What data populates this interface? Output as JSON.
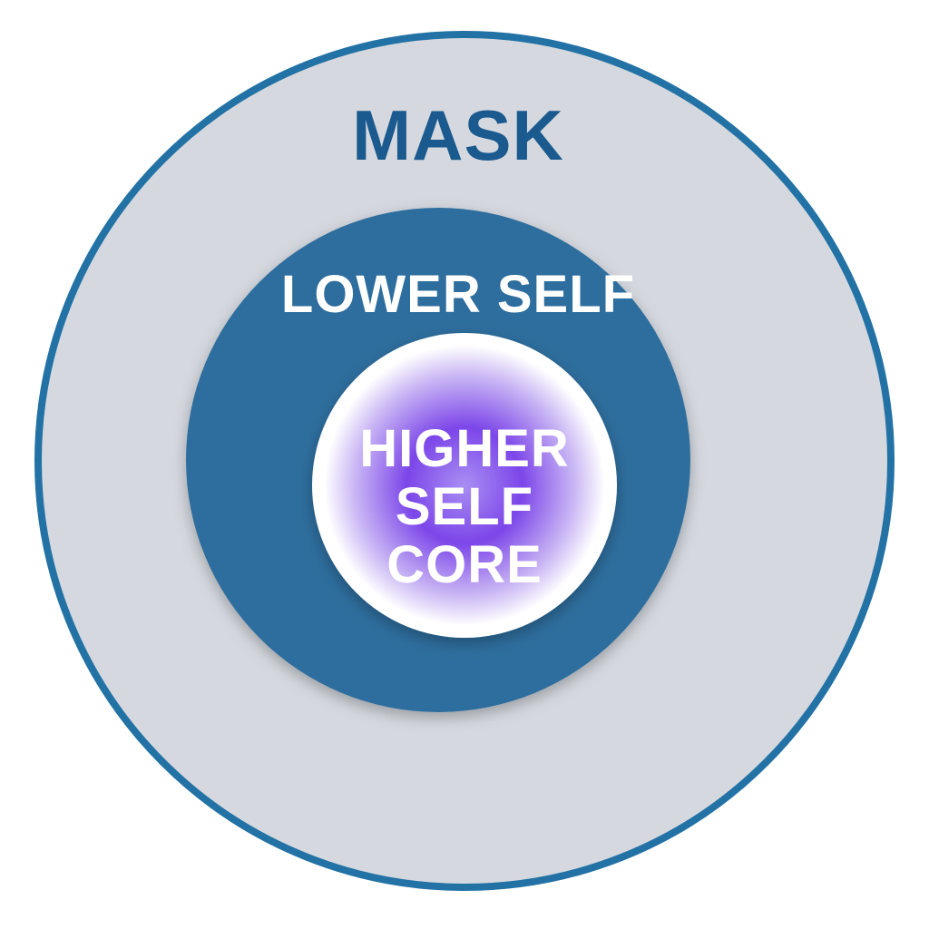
{
  "diagram": {
    "outer_label": "MASK",
    "middle_label": "LOWER SELF",
    "inner_label_line1": "HIGHER",
    "inner_label_line2": "SELF",
    "inner_label_line3": "CORE"
  },
  "colors": {
    "background": "#ffffff",
    "outer_fill": "#d5d9df",
    "outer_stroke": "#2372a5",
    "outer_label_color": "#1b5a8f",
    "middle_fill": "#2f6e9e",
    "inner_text_color": "#ffffff",
    "core_center": "#a98ef3",
    "core_main": "#7c46e9",
    "core_fade": "#c9b6f4",
    "core_edge": "#ffffff"
  }
}
